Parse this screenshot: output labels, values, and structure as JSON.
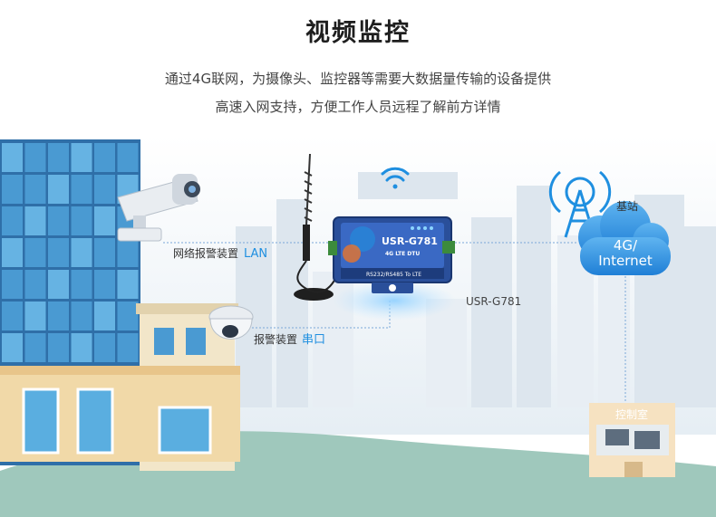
{
  "heading": "视频监控",
  "description": {
    "line1": "通过4G联网，为摄像头、监控器等需要大数据量传输的设备提供",
    "line2": "高速入网支持，方便工作人员远程了解前方详情"
  },
  "camera_link": {
    "device": "网络报警装置",
    "interface": "LAN"
  },
  "alarm_link": {
    "device": "报警装置",
    "interface": "串口"
  },
  "dtu": {
    "name": "USR-G781",
    "subtitle": "4G LTE DTU",
    "bottom_text": "RS232/RS485 To LTE",
    "caption": "USR-G781"
  },
  "base_station_label": "基站",
  "cloud": {
    "line1": "4G/",
    "line2": "Internet"
  },
  "control_room_label": "控制室",
  "colors": {
    "accent": "#1f8fe0",
    "building_blue": "#3f8cc4",
    "ground": "#9fc8bc",
    "device_body": "#2a4f9a"
  },
  "icons": [
    "wifi-icon",
    "tower-icon",
    "cloud-icon",
    "camera-icon",
    "dome-camera-icon",
    "antenna-icon"
  ]
}
